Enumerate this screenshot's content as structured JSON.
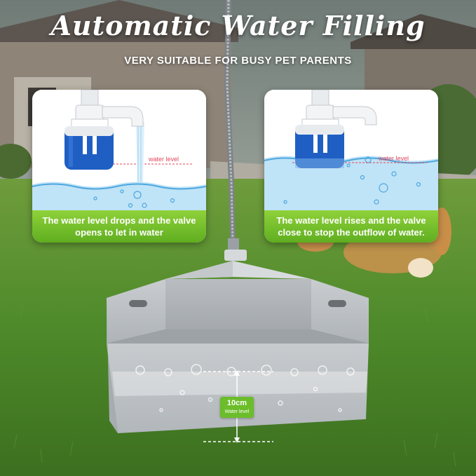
{
  "header": {
    "title": "Automatic Water Filling",
    "subtitle": "VERY SUITABLE FOR BUSY PET PARENTS"
  },
  "panels": [
    {
      "water_level_label": "water level",
      "caption": "The water level drops and the valve opens to let in water"
    },
    {
      "water_level_label": "water level",
      "caption": "The water level rises and the valve close to stop the outflow of water."
    }
  ],
  "trough": {
    "depth_value": "10cm",
    "depth_label": "Water level"
  },
  "colors": {
    "caption_green": "#6bbd2a",
    "water_level_line": "#e0475a",
    "valve_blue": "#1f5fc4",
    "grass": "#4e8a2a"
  }
}
